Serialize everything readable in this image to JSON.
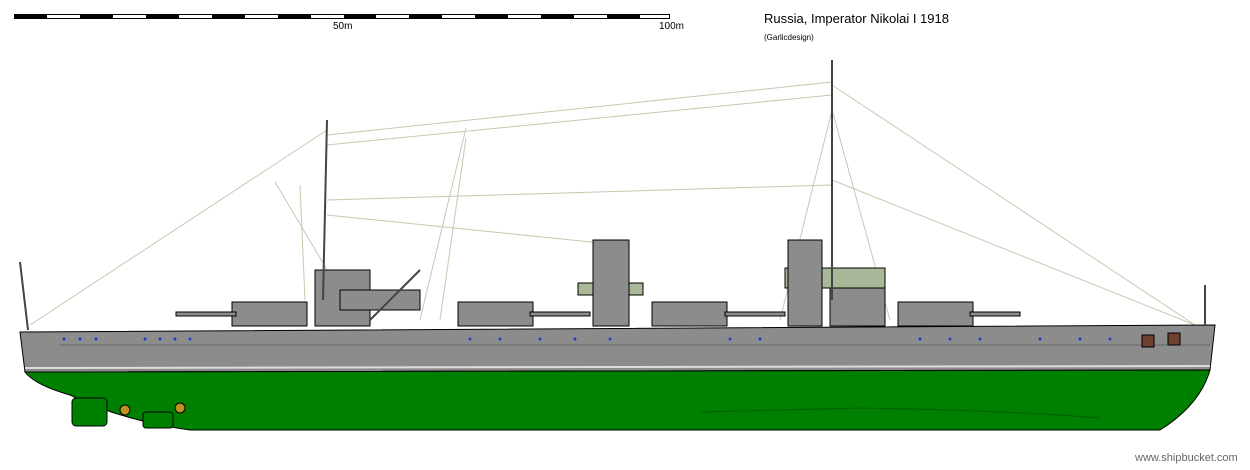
{
  "title": "Russia, Imperator Nikolai I 1918",
  "credit": "(Garlicdesign)",
  "scale": {
    "mid_label": "50m",
    "end_label": "100m"
  },
  "watermark": "www.shipbucket.com",
  "colors": {
    "hull_grey": "#8c8c8c",
    "antifouling": "#008000",
    "deck": "#a0a0a0"
  }
}
